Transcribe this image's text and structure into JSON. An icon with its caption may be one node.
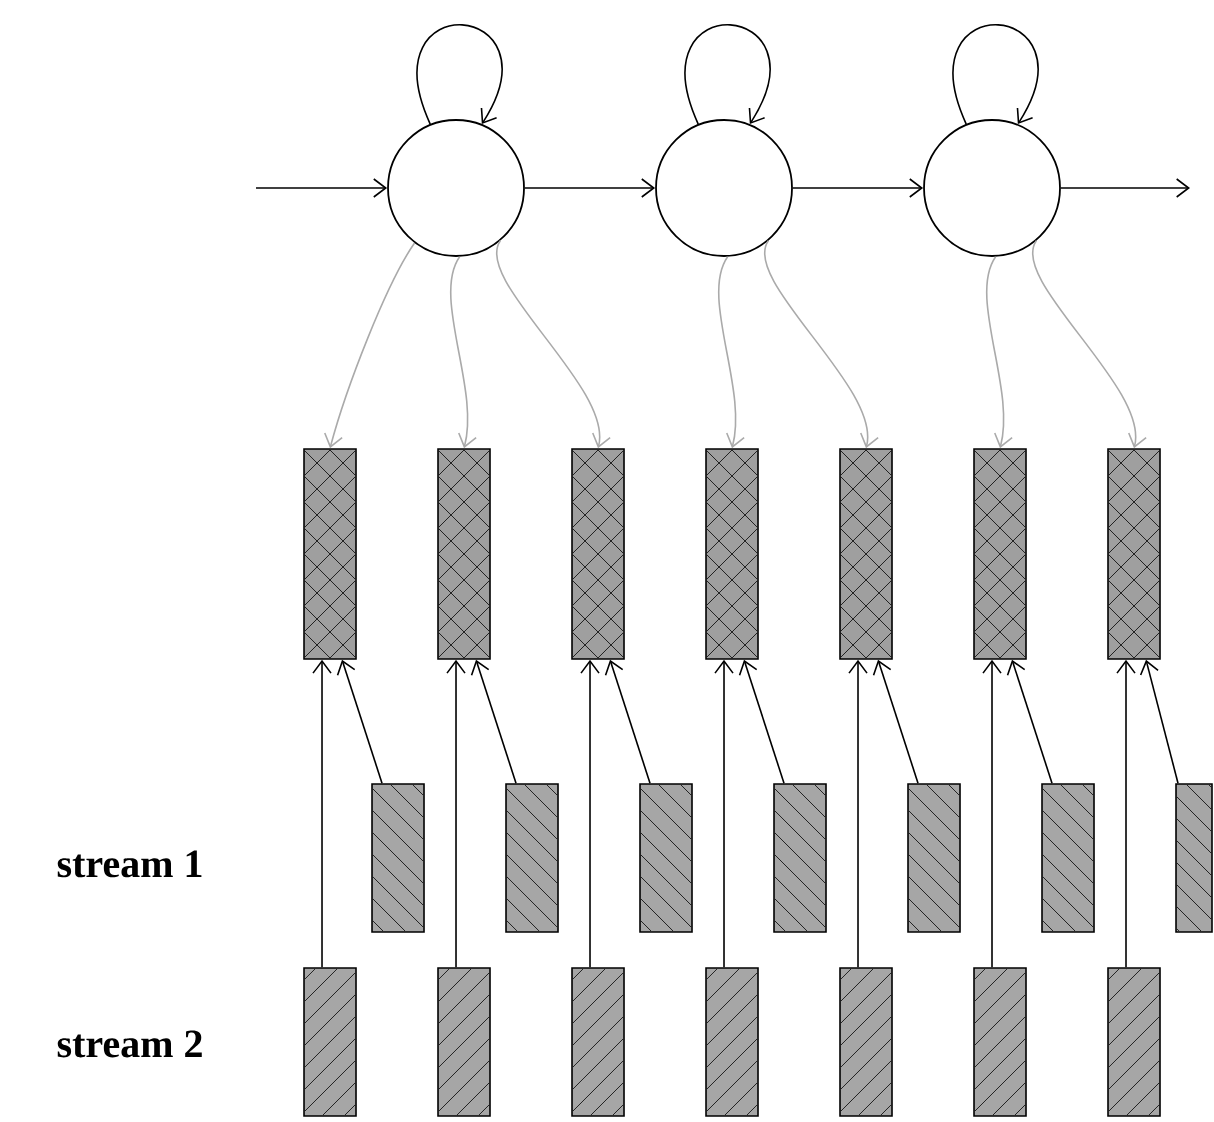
{
  "diagram": {
    "nodes": [
      {
        "text": [],
        "shape": "circle"
      },
      {
        "text": [],
        "shape": "circle"
      },
      {
        "text": [],
        "shape": "circle"
      },
      {
        "text": [],
        "shape": "box"
      },
      {
        "text": [],
        "shape": "box"
      },
      {
        "text": [],
        "shape": "box"
      },
      {
        "text": [],
        "shape": "box"
      },
      {
        "text": [],
        "shape": "box"
      },
      {
        "text": [],
        "shape": "box"
      },
      {
        "text": [],
        "shape": "box"
      },
      {
        "text": [],
        "shape": "box"
      },
      {
        "text": [],
        "shape": "box"
      },
      {
        "text": [],
        "shape": "box"
      },
      {
        "text": [],
        "shape": "box"
      },
      {
        "text": [],
        "shape": "box"
      },
      {
        "text": [],
        "shape": "box"
      },
      {
        "text": [],
        "shape": "box"
      },
      {
        "text": [],
        "shape": "box"
      },
      {
        "text": [],
        "shape": "box"
      },
      {
        "text": [],
        "shape": "box"
      },
      {
        "text": [],
        "shape": "box"
      },
      {
        "text": [],
        "shape": "box"
      },
      {
        "text": [],
        "shape": "box"
      },
      {
        "text": [],
        "shape": "box"
      }
    ],
    "edges": [
      {
        "from": null,
        "to": 0,
        "arrow": "to"
      },
      {
        "from": 0,
        "to": 1,
        "arrow": "to"
      },
      {
        "from": 1,
        "to": 2,
        "arrow": "to"
      },
      {
        "from": 2,
        "to": null,
        "arrow": "to"
      },
      {
        "from": 0,
        "to": 0,
        "arrow": "to"
      },
      {
        "from": 1,
        "to": 1,
        "arrow": "to"
      },
      {
        "from": 2,
        "to": 2,
        "arrow": "to"
      },
      {
        "from": 0,
        "to": 3,
        "arrow": "to",
        "color": "#aaaaaa"
      },
      {
        "from": 0,
        "to": 4,
        "arrow": "to",
        "color": "#aaaaaa"
      },
      {
        "from": 0,
        "to": 5,
        "arrow": "to",
        "color": "#aaaaaa"
      },
      {
        "from": 1,
        "to": 6,
        "arrow": "to",
        "color": "#aaaaaa"
      },
      {
        "from": 1,
        "to": 7,
        "arrow": "to",
        "color": "#aaaaaa"
      },
      {
        "from": 2,
        "to": 8,
        "arrow": "to",
        "color": "#aaaaaa"
      },
      {
        "from": 2,
        "to": 9,
        "arrow": "to",
        "color": "#aaaaaa"
      },
      {
        "from": 17,
        "to": 3,
        "arrow": "to"
      },
      {
        "from": 10,
        "to": 3,
        "arrow": "to"
      },
      {
        "from": 18,
        "to": 4,
        "arrow": "to"
      },
      {
        "from": 11,
        "to": 4,
        "arrow": "to"
      },
      {
        "from": 19,
        "to": 5,
        "arrow": "to"
      },
      {
        "from": 12,
        "to": 5,
        "arrow": "to"
      },
      {
        "from": 20,
        "to": 6,
        "arrow": "to"
      },
      {
        "from": 13,
        "to": 6,
        "arrow": "to"
      },
      {
        "from": 21,
        "to": 7,
        "arrow": "to"
      },
      {
        "from": 14,
        "to": 7,
        "arrow": "to"
      },
      {
        "from": 22,
        "to": 8,
        "arrow": "to"
      },
      {
        "from": 15,
        "to": 8,
        "arrow": "to"
      },
      {
        "from": 23,
        "to": 9,
        "arrow": "to"
      },
      {
        "from": 16,
        "to": 9,
        "arrow": "to"
      }
    ],
    "labels": [
      "stream 1",
      "stream 2"
    ]
  }
}
